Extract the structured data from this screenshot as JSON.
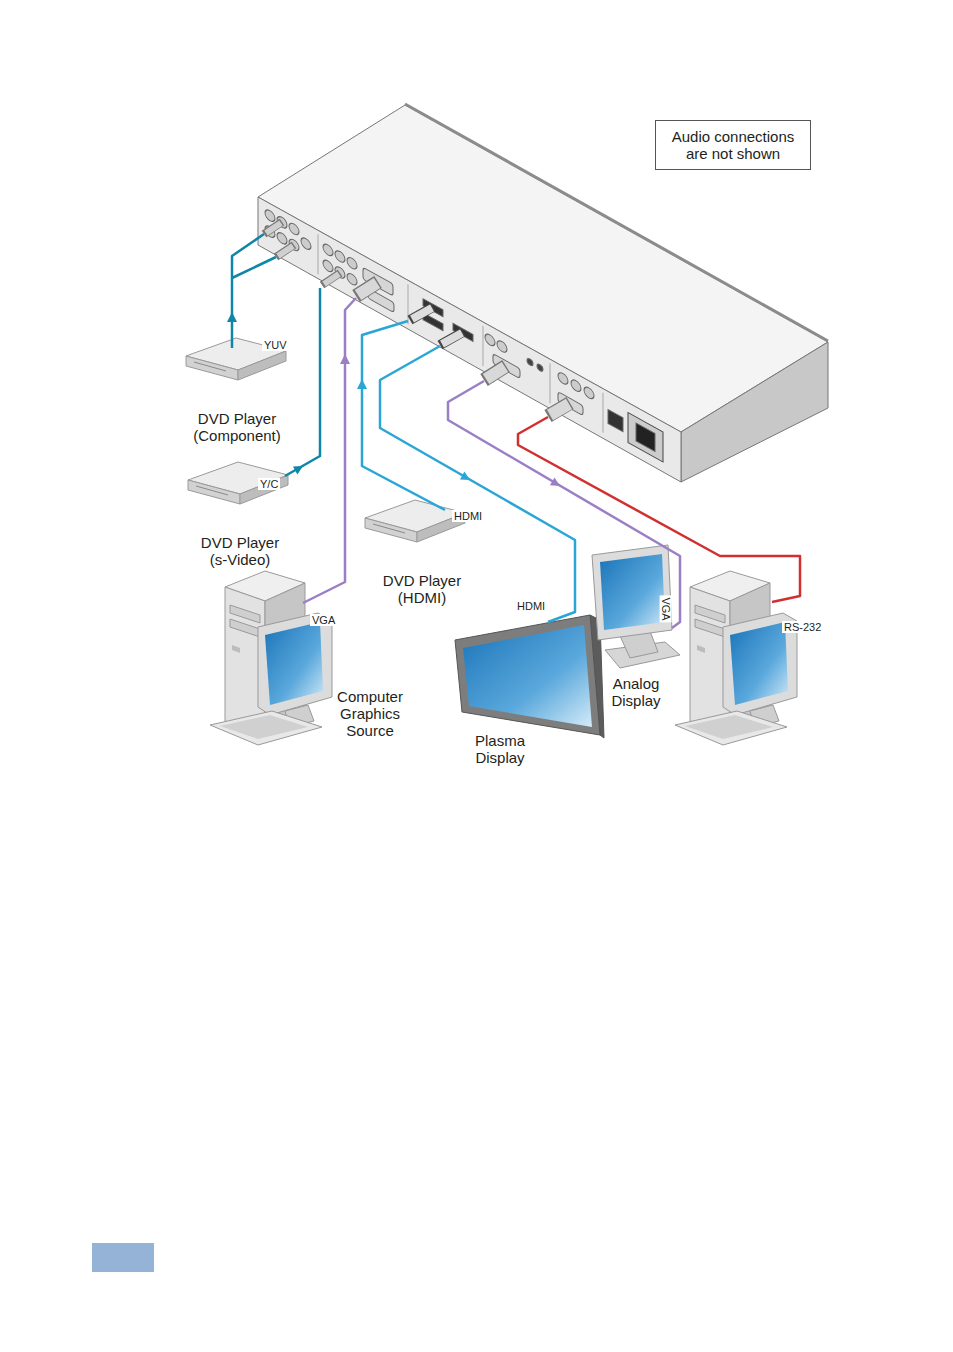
{
  "diagram": {
    "nodes": [
      {
        "text": [
          "Audio connections are not shown"
        ]
      },
      {
        "text": [
          "DVD Player (Component)"
        ]
      },
      {
        "text": [
          "DVD Player (s-Video)"
        ]
      },
      {
        "text": [
          "Computer Graphics Source"
        ]
      },
      {
        "text": [
          "DVD Player (HDMI)"
        ]
      },
      {
        "text": [
          "Plasma Display"
        ]
      },
      {
        "text": [
          "Analog Display"
        ]
      }
    ],
    "labels": [
      "YUV",
      "Y/C",
      "VGA",
      "HDMI",
      "HDMI",
      "VGA",
      "RS-232"
    ]
  }
}
